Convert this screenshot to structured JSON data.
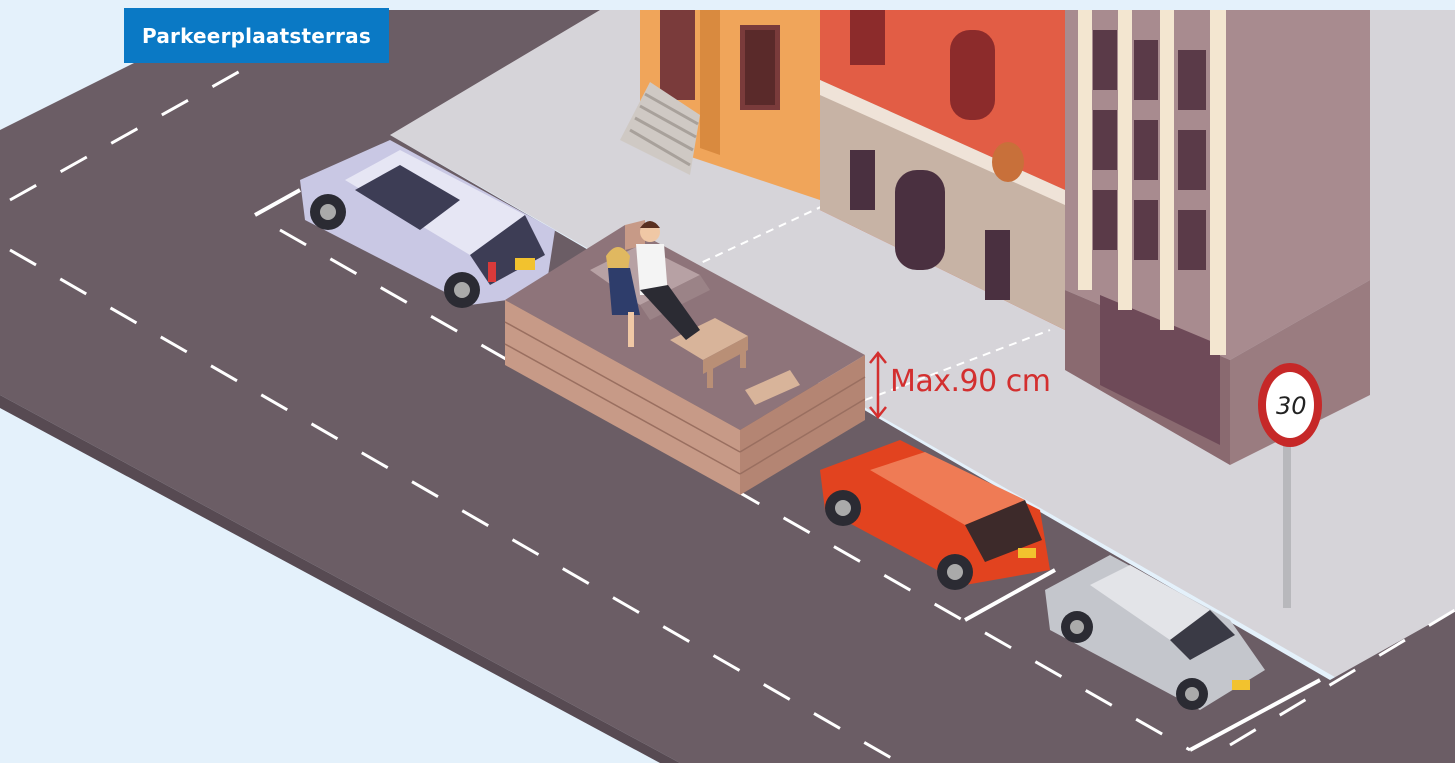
{
  "title": "Parkeerplaatsterras",
  "terrace": {
    "max_height_label": "Max.90 cm"
  },
  "speed_sign": {
    "limit": "30"
  },
  "colors": {
    "badge": "#0a79c5",
    "road": "#6b5d65",
    "sidewalk": "#d6d4d9",
    "background": "#e4f1fb",
    "measure": "#d32f2f",
    "sign_ring": "#c62828"
  },
  "objects": {
    "cars": [
      "lavender-suv",
      "red-hatchback",
      "silver-sedan"
    ],
    "buildings": [
      "orange-house",
      "red-brick-house",
      "mauve-tower"
    ],
    "people": [
      "woman",
      "man"
    ]
  }
}
